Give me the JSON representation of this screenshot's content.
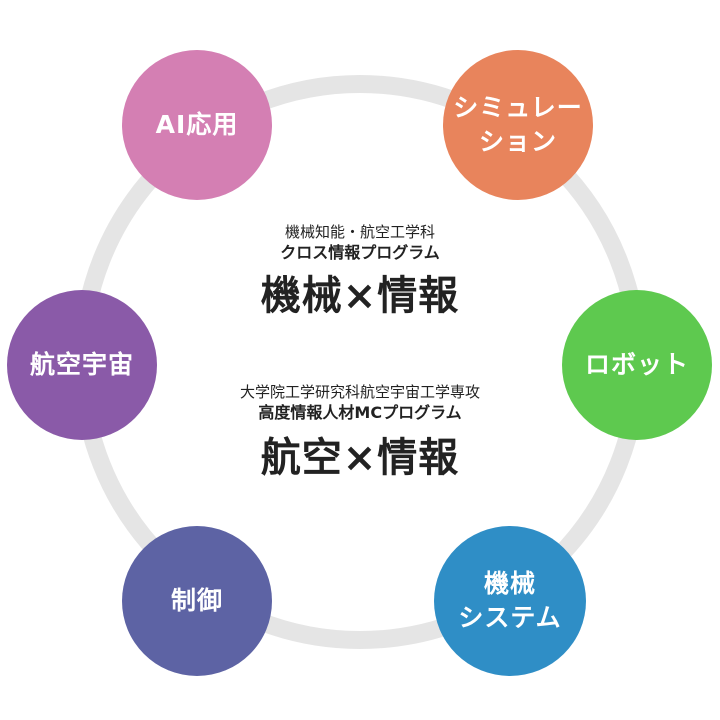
{
  "ring": {
    "color": "#e5e5e5"
  },
  "nodes": [
    {
      "id": "ai",
      "label": "AI応用",
      "color": "#d47fb3"
    },
    {
      "id": "sim",
      "label": "シミュレー\nション",
      "color": "#e8845c"
    },
    {
      "id": "aero",
      "label": "航空宇宙",
      "color": "#8a5aa8"
    },
    {
      "id": "robot",
      "label": "ロボット",
      "color": "#5ec94f"
    },
    {
      "id": "control",
      "label": "制御",
      "color": "#5d63a4"
    },
    {
      "id": "mech",
      "label": "機械\nシステム",
      "color": "#2f8ec6"
    }
  ],
  "center_top": {
    "department": "機械知能・航空工学科",
    "program": "クロス情報プログラム",
    "title": "機械×情報"
  },
  "center_bottom": {
    "department": "大学院工学研究科航空宇宙工学専攻",
    "program": "高度情報人材MCプログラム",
    "title": "航空×情報"
  }
}
